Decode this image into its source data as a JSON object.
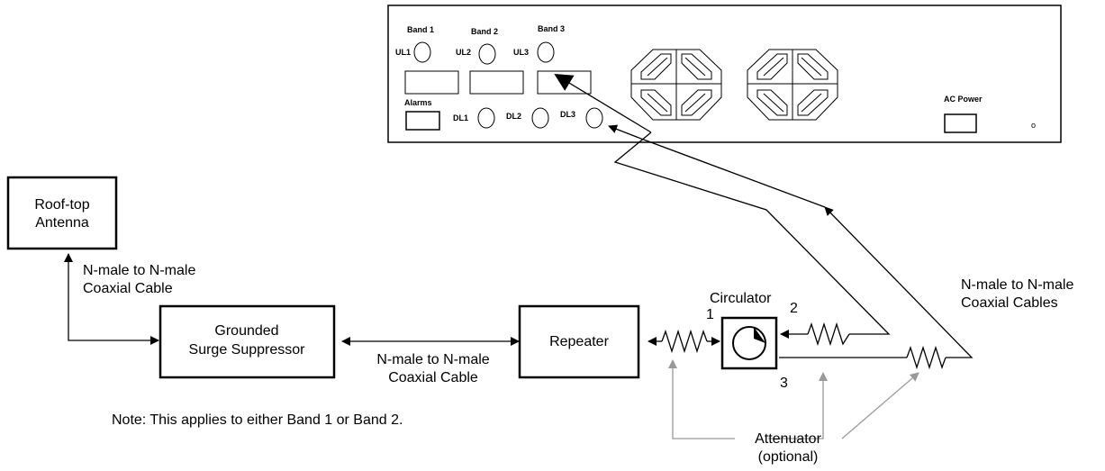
{
  "panel": {
    "band1": "Band 1",
    "band2": "Band 2",
    "band3": "Band 3",
    "ul1": "UL1",
    "ul2": "UL2",
    "ul3": "UL3",
    "dl1": "DL1",
    "dl2": "DL2",
    "dl3": "DL3",
    "alarms": "Alarms",
    "ac_power": "AC Power",
    "indicator": "o"
  },
  "blocks": {
    "antenna_line1": "Roof-top",
    "antenna_line2": "Antenna",
    "suppressor_line1": "Grounded",
    "suppressor_line2": "Surge Suppressor",
    "repeater": "Repeater"
  },
  "cables": {
    "antenna_cable_line1": "N-male to N-male",
    "antenna_cable_line2": "Coaxial Cable",
    "repeater_cable_line1": "N-male to N-male",
    "repeater_cable_line2": "Coaxial Cable",
    "panel_cables_line1": "N-male to N-male",
    "panel_cables_line2": "Coaxial Cables"
  },
  "circulator": {
    "title": "Circulator",
    "port1": "1",
    "port2": "2",
    "port3": "3"
  },
  "attenuator": {
    "line1": "Attenuator",
    "line2": "(optional)"
  },
  "note": "Note: This applies to either Band 1 or Band 2."
}
